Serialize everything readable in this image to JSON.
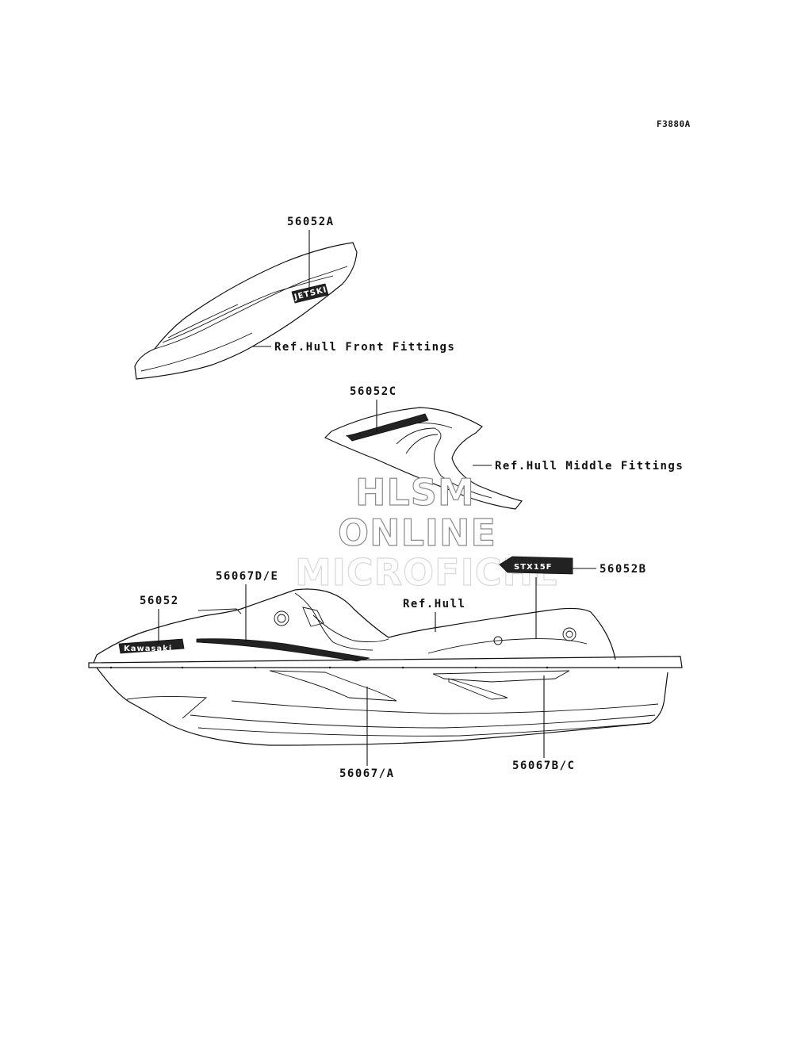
{
  "figure_id": "F3880A",
  "watermark": {
    "line1": "HLSM",
    "line2": "ONLINE",
    "line3": "MICROFICHE"
  },
  "callouts": {
    "front_deck_decal": "56052A",
    "front_ref": "Ref.Hull Front Fittings",
    "middle_decal": "56052C",
    "middle_ref": "Ref.Hull Middle Fittings",
    "side_logo_decal": "56052B",
    "hull_ref": "Ref.Hull",
    "bow_decal": "56052",
    "upper_stripe": "56067D/E",
    "lower_stripe_a": "56067/A",
    "lower_stripe_bc": "56067B/C"
  },
  "decal_text": {
    "kawasaki": "Kawasaki",
    "jetski": "JETSKI",
    "stx": "STX15F"
  }
}
